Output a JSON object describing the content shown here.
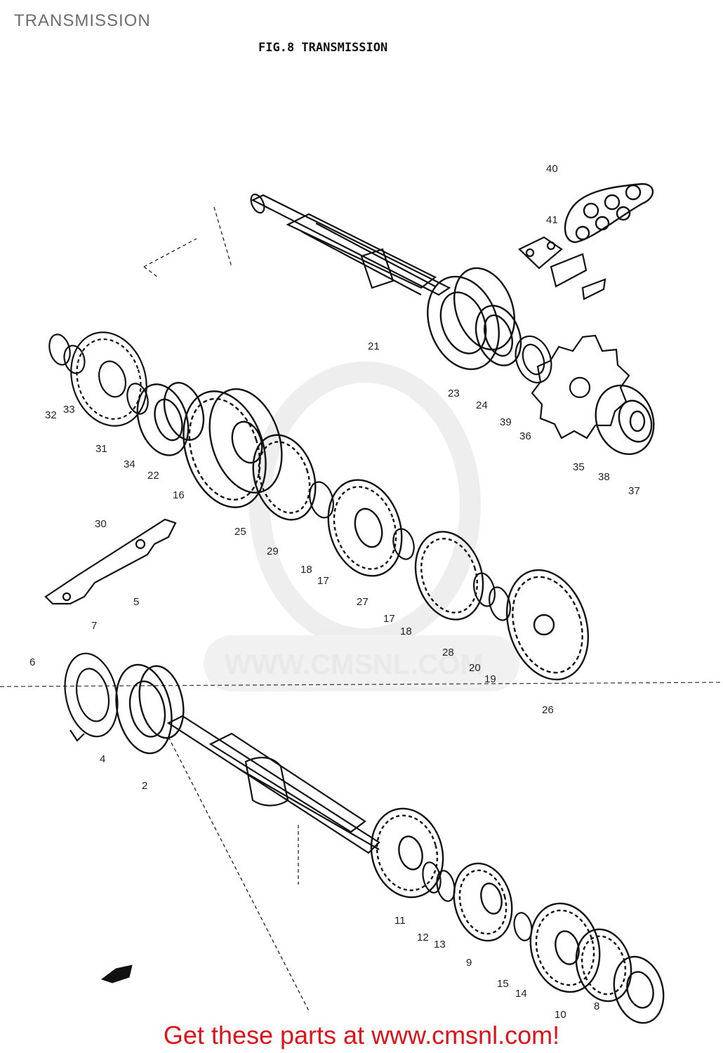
{
  "header": {
    "title": "TRANSMISSION"
  },
  "figure": {
    "title": "FIG.8  TRANSMISSION"
  },
  "watermark": {
    "text": "WWW.CMSNL.COM"
  },
  "footer": {
    "cta": "Get these parts at www.cmsnl.com!"
  },
  "callouts": {
    "c40": "40",
    "c41": "41",
    "c21": "21",
    "c23": "23",
    "c24": "24",
    "c39": "39",
    "c36": "36",
    "c35": "35",
    "c38": "38",
    "c37": "37",
    "c32": "32",
    "c33": "33",
    "c31": "31",
    "c34": "34",
    "c22": "22",
    "c16": "16",
    "c25": "25",
    "c29": "29",
    "c18a": "18",
    "c17a": "17",
    "c27": "27",
    "c17b": "17",
    "c18b": "18",
    "c28": "28",
    "c20": "20",
    "c19": "19",
    "c26": "26",
    "c30": "30",
    "c5": "5",
    "c7": "7",
    "c6": "6",
    "c4": "4",
    "c2": "2",
    "c11": "11",
    "c12": "12",
    "c13": "13",
    "c9": "9",
    "c15": "15",
    "c14": "14",
    "c10": "10",
    "c8": "8"
  },
  "colors": {
    "line": "#111111",
    "cta": "#d9141b",
    "header": "#6e6e6e",
    "watermark": "#e7e7e7"
  }
}
